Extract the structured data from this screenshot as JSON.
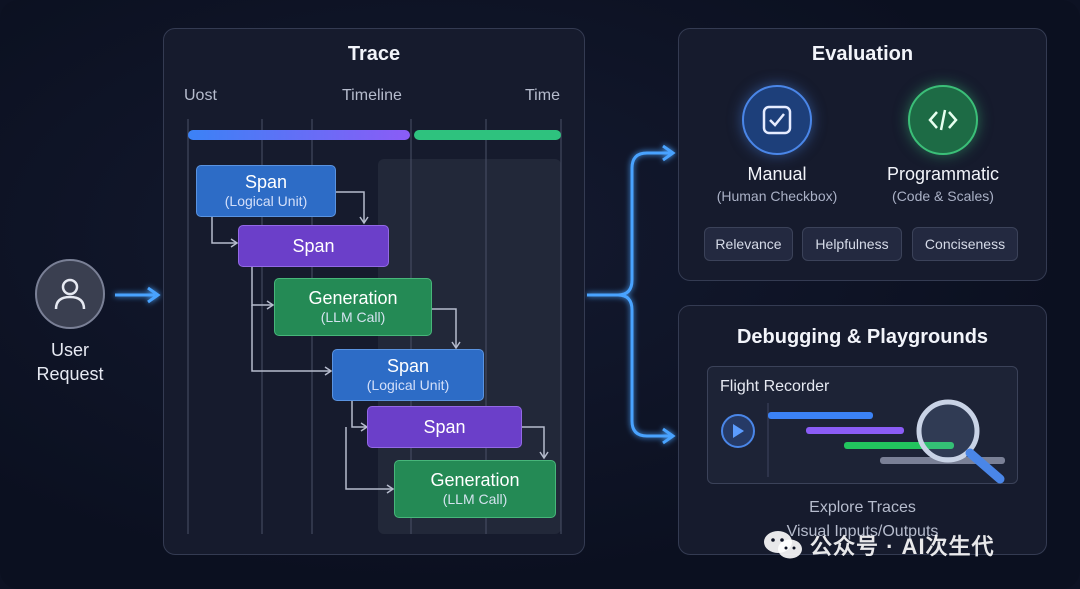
{
  "user": {
    "label_line1": "User",
    "label_line2": "Request"
  },
  "trace": {
    "title": "Trace",
    "timeline_labels": [
      "Uost",
      "Timeline",
      "Time"
    ],
    "nodes": [
      {
        "title": "Span",
        "subtitle": "(Logical Unit)",
        "kind": "span-blue"
      },
      {
        "title": "Span",
        "subtitle": "",
        "kind": "span-purple"
      },
      {
        "title": "Generation",
        "subtitle": "(LLM Call)",
        "kind": "generation"
      },
      {
        "title": "Span",
        "subtitle": "(Logical Unit)",
        "kind": "span-blue"
      },
      {
        "title": "Span",
        "subtitle": "",
        "kind": "span-purple"
      },
      {
        "title": "Generation",
        "subtitle": "(LLM Call)",
        "kind": "generation"
      }
    ]
  },
  "evaluation": {
    "title": "Evaluation",
    "manual": {
      "title": "Manual",
      "subtitle": "(Human Checkbox)",
      "icon": "checkbox-icon"
    },
    "programmatic": {
      "title": "Programmatic",
      "subtitle": "(Code & Scales)",
      "icon": "code-icon"
    },
    "tags": [
      "Relevance",
      "Helpfulness",
      "Conciseness"
    ]
  },
  "debugging": {
    "title": "Debugging & Playgrounds",
    "recorder_title": "Flight Recorder",
    "caption_line1": "Explore Traces",
    "caption_line2": "Visual Inputs/Outputs"
  },
  "watermark": "公众号 · AI次生代",
  "colors": {
    "background": "#0d1223",
    "accent_blue": "#3b82f6",
    "accent_purple": "#8b5cf6",
    "accent_green": "#22c55e",
    "glow_arrow": "#4aa3ff"
  }
}
